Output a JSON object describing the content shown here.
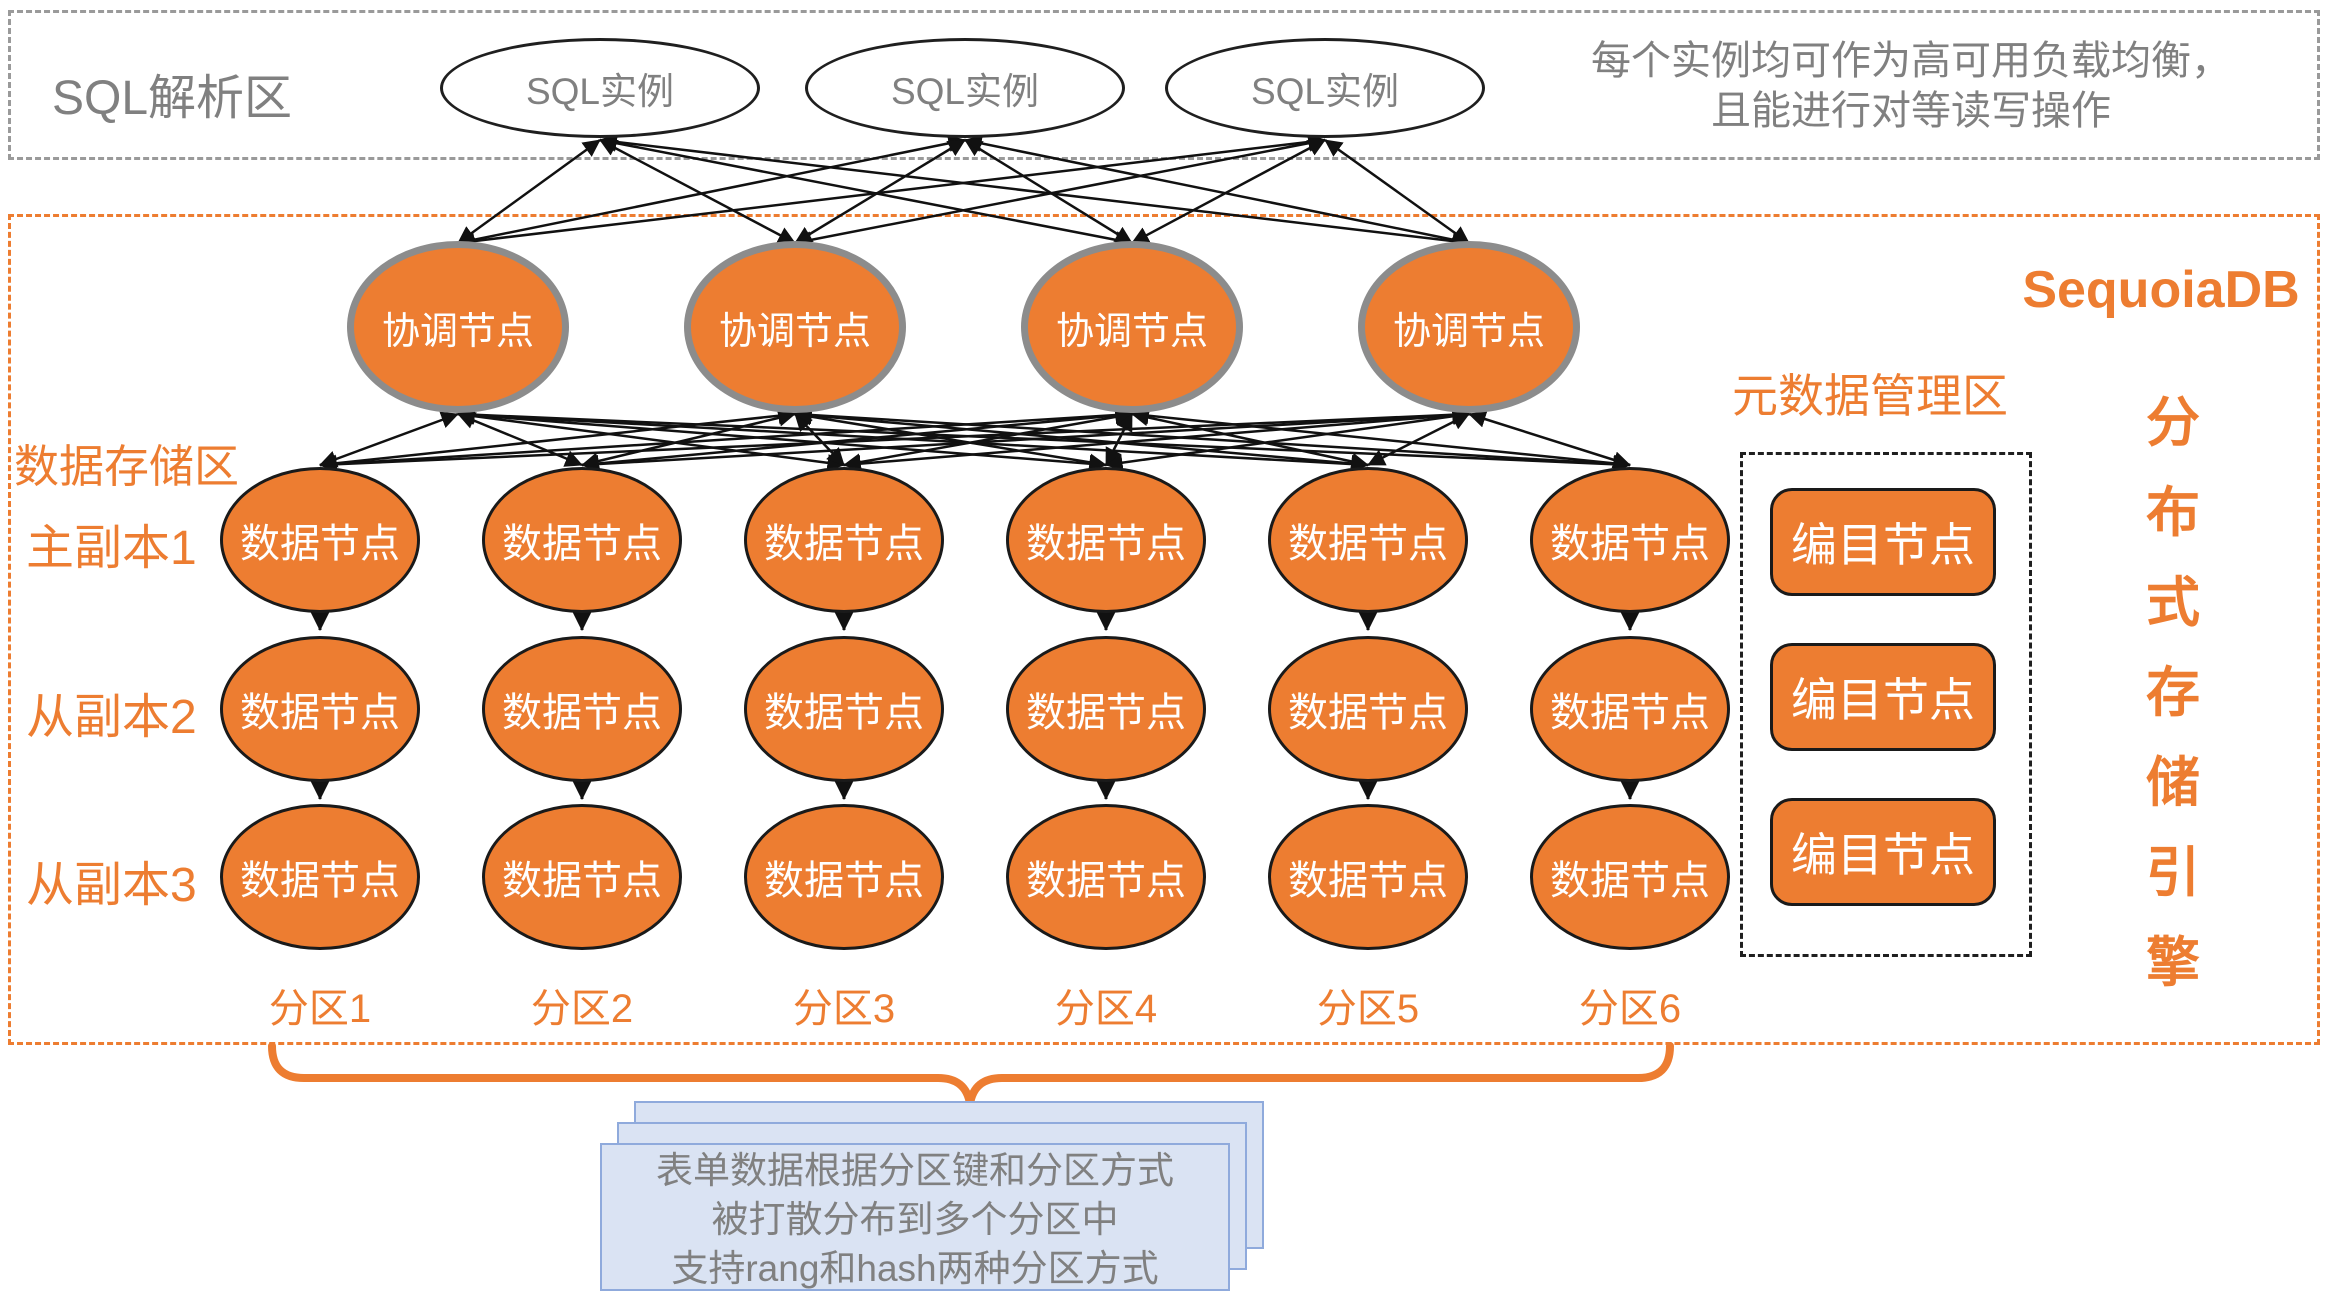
{
  "colors": {
    "orange_accent": "#ED7D31",
    "gray_text": "#808080",
    "node_dark_border": "#1A1A1A",
    "coordinator_border": "#8C8C8C",
    "callout_fill": "#DAE3F3",
    "callout_border": "#8FAADC",
    "connector_black": "#111111"
  },
  "sql_zone": {
    "label": "SQL解析区",
    "instances": [
      "SQL实例",
      "SQL实例",
      "SQL实例"
    ],
    "note_line1": "每个实例均可作为高可用负载均衡，",
    "note_line2": "且能进行对等读写操作"
  },
  "brand": "SequoiaDB",
  "engine_label": "分布式存储引擎",
  "coordination_nodes": [
    "协调节点",
    "协调节点",
    "协调节点",
    "协调节点"
  ],
  "storage_zone": {
    "label": "数据存储区",
    "replicas": [
      "主副本1",
      "从副本2",
      "从副本3"
    ],
    "data_node": "数据节点",
    "partitions": [
      "分区1",
      "分区2",
      "分区3",
      "分区4",
      "分区5",
      "分区6"
    ]
  },
  "metadata_zone": {
    "label": "元数据管理区",
    "catalog_nodes": [
      "编目节点",
      "编目节点",
      "编目节点"
    ]
  },
  "callout": {
    "line1": "表单数据根据分区键和分区方式",
    "line2": "被打散分布到多个分区中",
    "line3": "支持rang和hash两种分区方式"
  }
}
